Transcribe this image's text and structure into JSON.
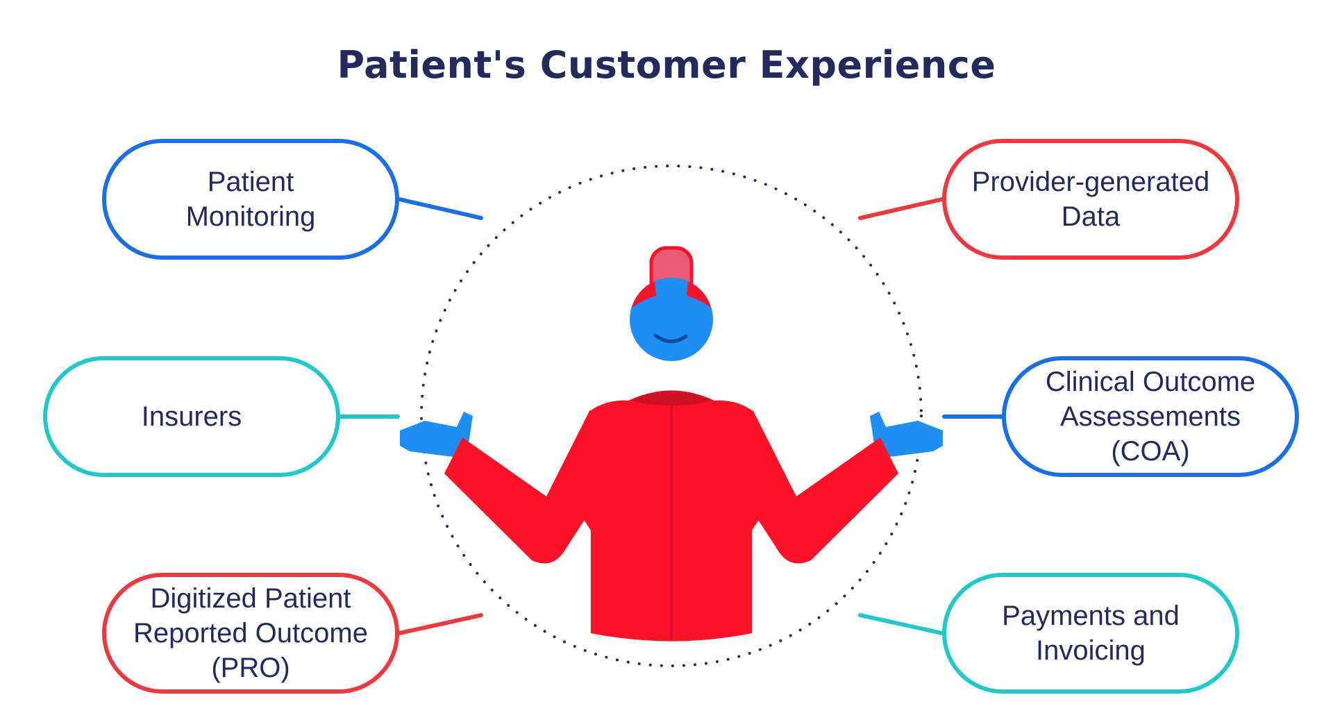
{
  "title": "Patient's Customer Experience",
  "nodes": [
    {
      "id": "patient-monitoring",
      "label": "Patient\nMonitoring",
      "color": "#1a6fe8"
    },
    {
      "id": "insurers",
      "label": "Insurers",
      "color": "#1fc9c7"
    },
    {
      "id": "digitized-pro",
      "label": "Digitized Patient\nReported Outcome\n(PRO)",
      "color": "#f0363f"
    },
    {
      "id": "provider-generated-data",
      "label": "Provider-generated\nData",
      "color": "#f0363f"
    },
    {
      "id": "clinical-outcome-assessments",
      "label": "Clinical Outcome\nAssessements\n(COA)",
      "color": "#1a6fe8"
    },
    {
      "id": "payments-invoicing",
      "label": "Payments and\nInvoicing",
      "color": "#1fc9c7"
    }
  ],
  "colors": {
    "title": "#232a5c",
    "text": "#232a5c",
    "blue": "#1a6fe8",
    "teal": "#1fc9c7",
    "red": "#f0363f",
    "figure_red": "#ff1029",
    "figure_blue": "#1e8ef3",
    "hair_pink": "#ea5a72",
    "dots": "#232a5c"
  },
  "figure": {
    "icon": "person-shrugging-icon"
  }
}
